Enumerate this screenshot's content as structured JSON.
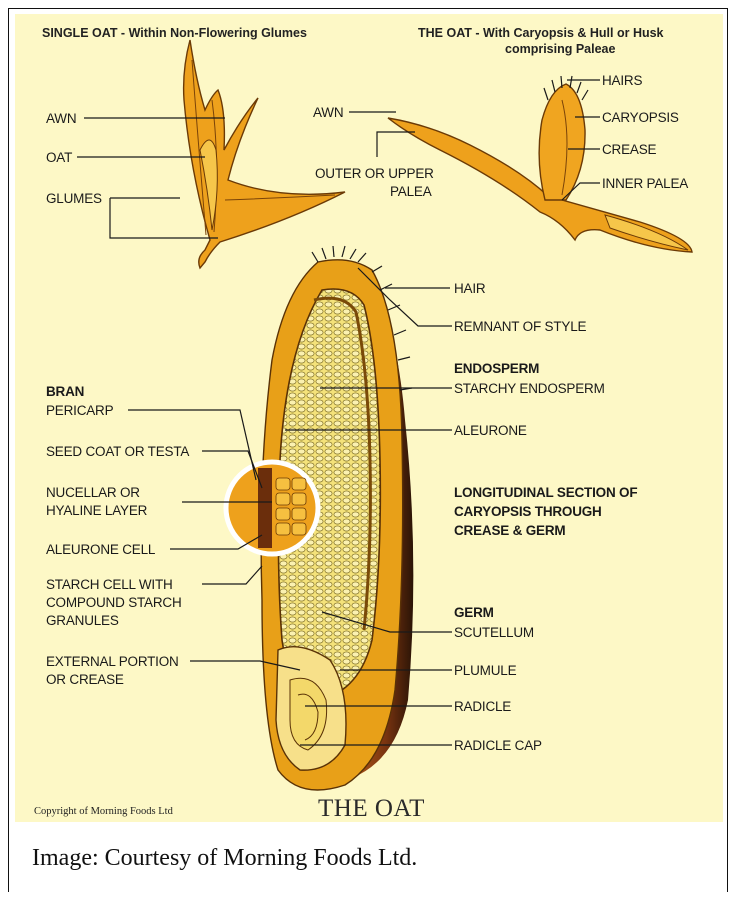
{
  "header": {
    "left": "SINGLE OAT - Within Non-Flowering Glumes",
    "right_line1": "THE OAT - With Caryopsis & Hull or Husk",
    "right_line2": "comprising Paleae"
  },
  "labels": {
    "awn_left": "AWN",
    "oat": "OAT",
    "glumes": "GLUMES",
    "awn_right": "AWN",
    "outer_palea_1": "OUTER OR UPPER",
    "outer_palea_2": "PALEA",
    "hairs": "HAIRS",
    "caryopsis": "CARYOPSIS",
    "crease": "CREASE",
    "inner_palea": "INNER PALEA",
    "hair": "HAIR",
    "remnant_of_style": "REMNANT OF STYLE",
    "endosperm": "ENDOSPERM",
    "starchy_endosperm": "STARCHY ENDOSPERM",
    "aleurone": "ALEURONE",
    "long_section_1": "LONGITUDINAL SECTION OF",
    "long_section_2": "CARYOPSIS THROUGH",
    "long_section_3": "CREASE & GERM",
    "germ": "GERM",
    "scutellum": "SCUTELLUM",
    "plumule": "PLUMULE",
    "radicle": "RADICLE",
    "radicle_cap": "RADICLE CAP",
    "bran": "BRAN",
    "pericarp": "PERICARP",
    "seed_coat": "SEED COAT OR TESTA",
    "nucellar_1": "NUCELLAR OR",
    "nucellar_2": "HYALINE LAYER",
    "aleurone_cell": "ALEURONE CELL",
    "starch_cell_1": "STARCH CELL WITH",
    "starch_cell_2": "COMPOUND STARCH",
    "starch_cell_3": "GRANULES",
    "external_1": "EXTERNAL PORTION",
    "external_2": "OR CREASE"
  },
  "footer": {
    "copyright": "Copyright of Morning Foods Ltd",
    "title": "THE OAT"
  },
  "caption": "Image: Courtesy of Morning Foods Ltd.",
  "colors": {
    "background": "#fdf8c6",
    "grain_yellow": "#f2c230",
    "grain_orange": "#e08a1a",
    "bran_brown": "#7a3410"
  }
}
